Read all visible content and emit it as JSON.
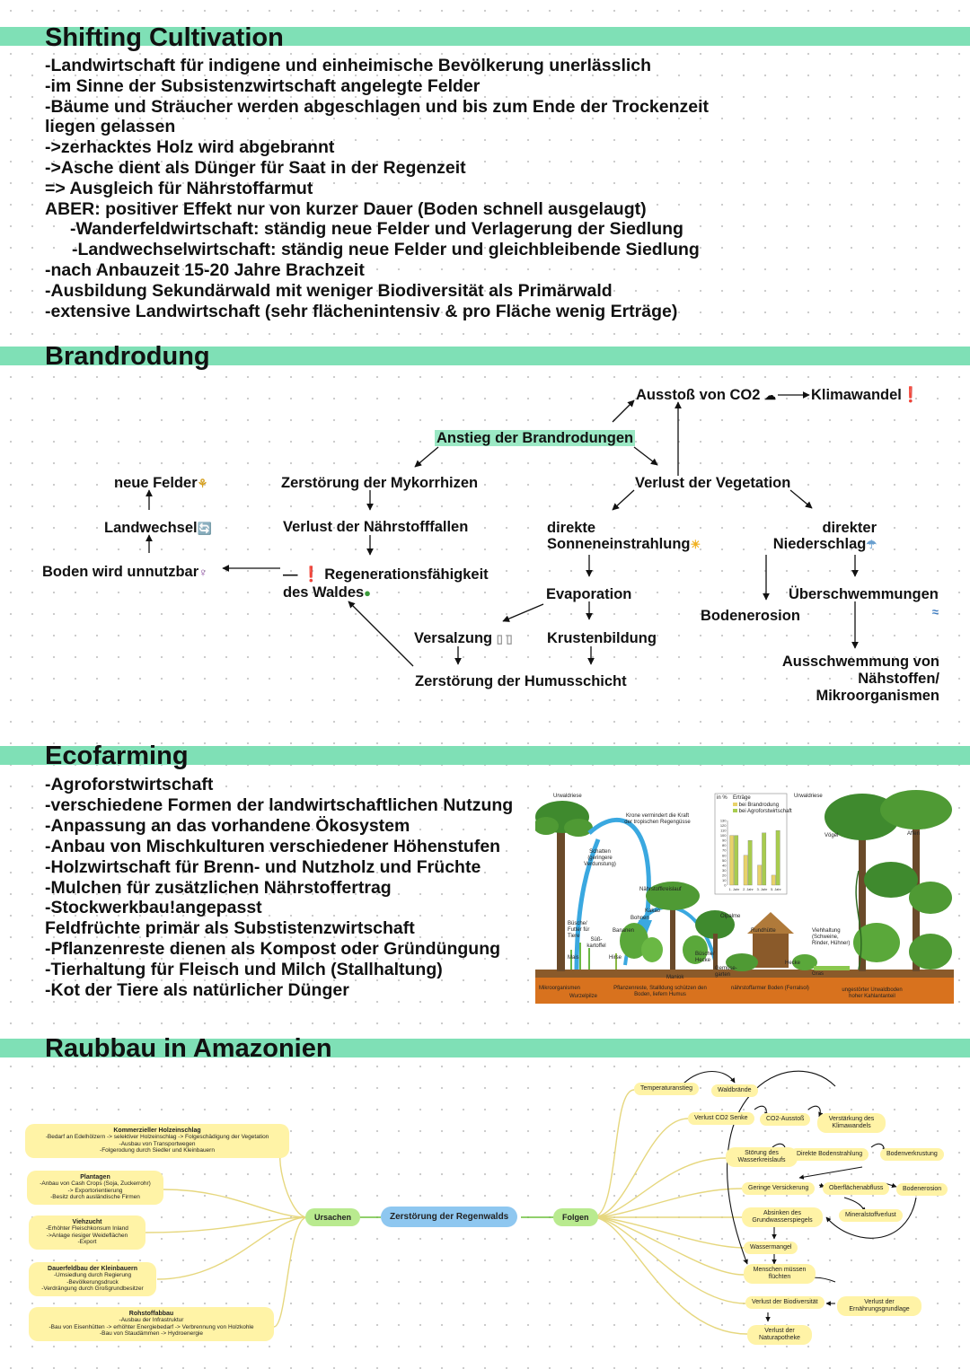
{
  "sections": {
    "shifting": {
      "title": "Shifting Cultivation",
      "lines": [
        "-Landwirtschaft für indigene und einheimische Bevölkerung unerlässlich",
        "-im Sinne der Subsistenzwirtschaft angelegte Felder",
        "-Bäume und Sträucher werden abgeschlagen und bis zum Ende der Trockenzeit",
        "liegen gelassen",
        "->zerhacktes Holz wird abgebrannt",
        "->Asche dient als Dünger für Saat in der Regenzeit",
        "=> Ausgleich für Nährstoffarmut",
        "ABER: positiver Effekt nur von kurzer Dauer (Boden schnell ausgelaugt)",
        "-Wanderfeldwirtschaft: ständig neue Felder und Verlagerung der Siedlung",
        "-Landwechselwirtschaft: ständig neue Felder und gleichbleibende Siedlung",
        "-nach Anbauzeit 15-20 Jahre Brachzeit",
        "-Ausbildung Sekundärwald mit weniger Biodiversität als Primärwald",
        "-extensive Landwirtschaft (sehr flächenintensiv & pro Fläche wenig Erträge)"
      ]
    },
    "brandrodung": {
      "title": "Brandrodung",
      "nodes": {
        "ausstoss": "Ausstoß von CO2",
        "klimawandel": "Klimawandel",
        "anstieg": "Anstieg der Brandrodungen",
        "mykorrhizen": "Zerstörung der Mykorrhizen",
        "vegetation": "Verlust der Vegetation",
        "neue_felder": "neue Felder",
        "landwechsel": "Landwechsel",
        "unnutzbar": "Boden wird unnutzbar",
        "naehrstofffallen": "Verlust der Nährstofffallen",
        "regeneration_1": "— ❗ Regenerationsfähigkeit",
        "regeneration_2": "des Waldes",
        "sonne_1": "direkte",
        "sonne_2": "Sonneneinstrahlung",
        "niederschlag_1": "direkter",
        "niederschlag_2": "Niederschlag",
        "evaporation": "Evaporation",
        "ueberschwemmungen": "Überschwemmungen",
        "bodenerosion": "Bodenerosion",
        "versalzung": "Versalzung",
        "krustenbildung": "Krustenbildung",
        "humusschicht": "Zerstörung der Humusschicht",
        "ausschwemmung_1": "Ausschwemmung von",
        "ausschwemmung_2": "Nähstoffen/",
        "ausschwemmung_3": "Mikroorganismen"
      }
    },
    "ecofarming": {
      "title": "Ecofarming",
      "lines": [
        "-Agroforstwirtschaft",
        "-verschiedene Formen der landwirtschaftlichen Nutzung",
        "-Anpassung an das vorhandene Ökosystem",
        "-Anbau von Mischkulturen verschiedener Höhenstufen",
        "-Holzwirtschaft für Brenn- und Nutzholz und Früchte",
        "-Mulchen für zusätzlichen Nährstoffertrag",
        "-Stockwerkbau!angepasst",
        "Feldfrüchte primär als Substistenzwirtschaft",
        "-Pflanzenreste dienen als Kompost oder Gründüngung",
        "-Tierhaltung für Fleisch und Milch (Stallhaltung)",
        "-Kot der Tiere als natürlicher Dünger"
      ],
      "illustration": {
        "urwaldriese_left": "Urwaldriese",
        "urwaldriese_right": "Urwaldriese",
        "krone": "Krone vermindert die Kraft der tropischen Regengüsse",
        "schatten": "Schatten (geringere Verdunstung)",
        "kreislauf": "Nährstoffkreislauf",
        "kakao": "Kakao",
        "bohnen": "Bohnen",
        "oelpalme": "Ölpalme",
        "buesche": "Büsche/ Futter für Tiere",
        "bananen": "Bananen",
        "suesskartoffel": "Süß-kartoffel",
        "rundhuette": "Rundhütte",
        "viehhaltung": "Viehhaltung (Schweine, Rinder, Hühner)",
        "mais": "Mais",
        "hirse": "Hirse",
        "maniok": "Maniok",
        "hecke_left": "Büsche/ Hecke",
        "gemuese": "Gemüse-garten",
        "hecke": "Hecke",
        "gras": "Gras",
        "voegel": "Vögel",
        "affen": "Affen",
        "mikroorganismen": "Mikroorganismen",
        "wurzelpilze": "Wurzelpilze",
        "pflanzenreste": "Pflanzenreste, Stallldung schützen den Boden, liefern Humus",
        "boden": "nährstoffarmer Boden (Ferralsol)",
        "urwaldboden": "ungestörter Urwaldboden hoher Kahlantanteil",
        "chart_unit": "in %",
        "chart_title": "Erträge",
        "legend_a": "bei Brandrodung",
        "legend_b": "bei Agroforstwirtschaft",
        "colors": {
          "a": "#e8d26a",
          "b": "#a8cc4e"
        }
      },
      "chart_data": {
        "type": "bar",
        "title": "Erträge",
        "ylabel": "in %",
        "categories": [
          "1. Jahr",
          "2. Jahr",
          "3. Jahr",
          "5. Jahr"
        ],
        "series": [
          {
            "name": "bei Brandrodung",
            "values": [
              100,
              60,
              40,
              20
            ]
          },
          {
            "name": "bei Agroforstwirtschaft",
            "values": [
              100,
              90,
              105,
              110
            ]
          }
        ],
        "ylim": [
          0,
          130
        ],
        "yticks": [
          0,
          10,
          20,
          30,
          40,
          50,
          60,
          70,
          80,
          90,
          100,
          110,
          120,
          130
        ]
      }
    },
    "raubbau": {
      "title": "Raubbau in Amazonien",
      "center": "Zerstörung der Regenwalds",
      "ursachen": "Ursachen",
      "folgen": "Folgen",
      "causes": [
        {
          "title": "Kommerzieller Holzeinschlag",
          "lines": [
            "-Bedarf an Edelhölzern -> selektiver Holzeinschlag -> Folgeschädigung der Vegetation",
            "-Ausbau von Transportwegen",
            "-Folgerodung durch Siedler und Kleinbauern"
          ]
        },
        {
          "title": "Plantagen",
          "lines": [
            "-Anbau von Cash Crops (Soja, Zuckerrohr)",
            "-> Exportorientierung",
            "-Besitz durch ausländische Firmen"
          ]
        },
        {
          "title": "Viehzucht",
          "lines": [
            "-Erhöhter Fleischkonsum Inland",
            "->Anlage riesiger Weideflächen",
            "-Export"
          ]
        },
        {
          "title": "Dauerfeldbau der Kleinbauern",
          "lines": [
            "-Umsiedlung durch Regierung",
            "-Bevölkerungsdruck",
            "-Verdrängung durch Großgrundbesitzer"
          ]
        },
        {
          "title": "Rohstoffabbau",
          "lines": [
            "-Ausbau der Infrastruktur",
            "-Bau von Eisenhütten -> erhöhter Energiebedarf -> Verbrennung von Holzkohle",
            "-Bau von Staudämmen -> Hydroenergie"
          ]
        }
      ],
      "effects": {
        "temperatur": "Temperaturanstieg",
        "waldbraende": "Waldbrände",
        "co2_senke": "Verlust CO2 Senke",
        "co2_ausstoss": "CO2-Ausstoß",
        "klima": "Verstärkung des Klimawandels",
        "wasser": "Störung des Wasserkreislaufs",
        "bodenstrahlung": "Direkte Bodenstrahlung",
        "verkrustung": "Bodenverkrustung",
        "versickerung": "Geringe Versickerung",
        "oberflaeche": "Oberflächenabfluss",
        "erosion": "Bodenerosion",
        "grundwasser": "Absinken des Grundwasserspiegels",
        "mineralstoff": "Mineralstoffverlust",
        "wassermangel": "Wassermangel",
        "fluechten": "Menschen müssen flüchten",
        "biodiversitaet": "Verlust der Biodiversität",
        "ernaehrung": "Verlust der Ernährungsgrundlage",
        "naturapotheke": "Verlust der Naturapotheke"
      }
    }
  }
}
